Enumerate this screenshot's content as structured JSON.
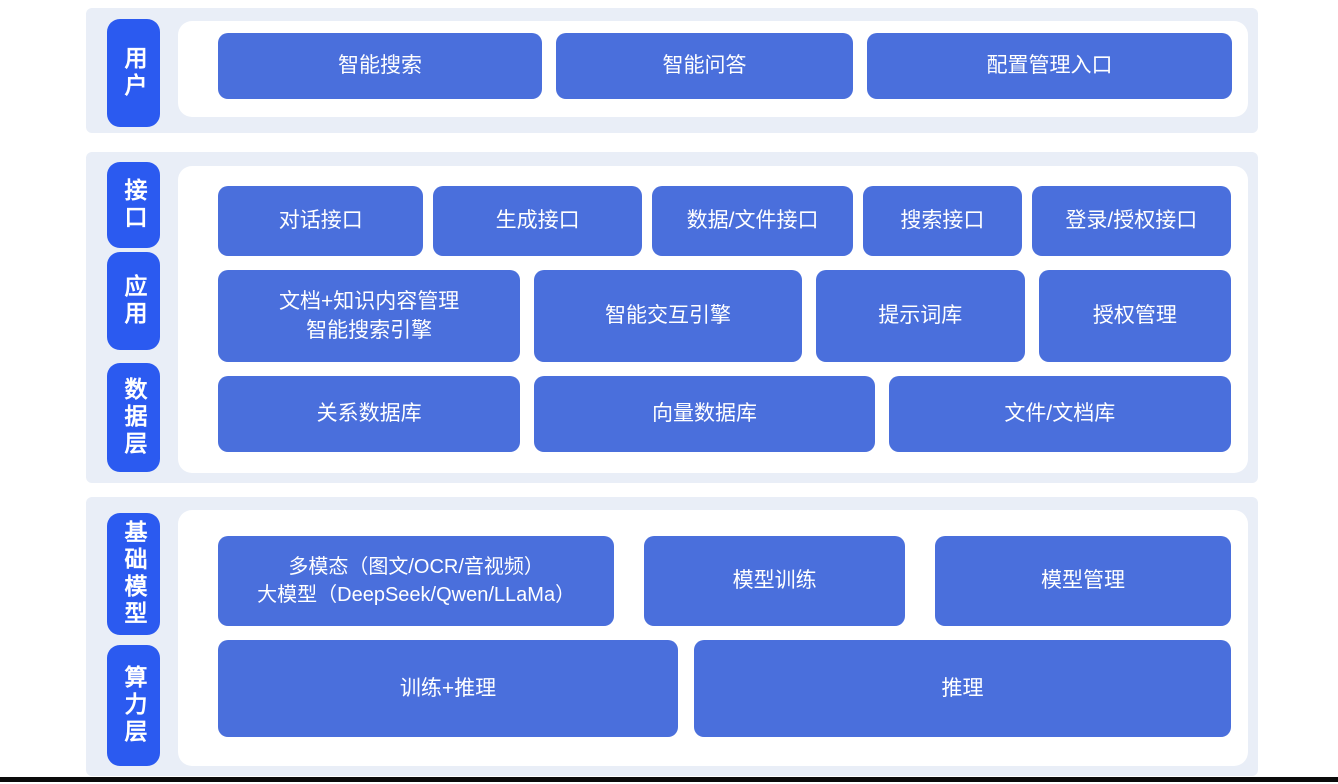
{
  "diagram": {
    "title": "AI platform architecture diagram",
    "colors": {
      "band_background": "#e9eef7",
      "layer_tab_blue": "#2b5af0",
      "node_blue": "#4a6fdc",
      "panel_white": "#ffffff",
      "text_white": "#ffffff",
      "bottom_rule": "#0b0b0b"
    },
    "layers": [
      {
        "tabs": [
          "用户"
        ],
        "rows": [
          [
            "智能搜索",
            "智能问答",
            "配置管理入口"
          ]
        ]
      },
      {
        "tabs": [
          "接口",
          "应用",
          "数据层"
        ],
        "rows": [
          [
            "对话接口",
            "生成接口",
            "数据/文件接口",
            "搜索接口",
            "登录/授权接口"
          ],
          [
            "文档+知识内容管理\n智能搜索引擎",
            "智能交互引擎",
            "提示词库",
            "授权管理"
          ],
          [
            "关系数据库",
            "向量数据库",
            "文件/文档库"
          ]
        ]
      },
      {
        "tabs": [
          "基础模型",
          "算力层"
        ],
        "rows": [
          [
            "多模态（图文/OCR/音视频）\n大模型（DeepSeek/Qwen/LLaMa）",
            "模型训练",
            "模型管理"
          ],
          [
            "训练+推理",
            "推理"
          ]
        ]
      }
    ]
  }
}
